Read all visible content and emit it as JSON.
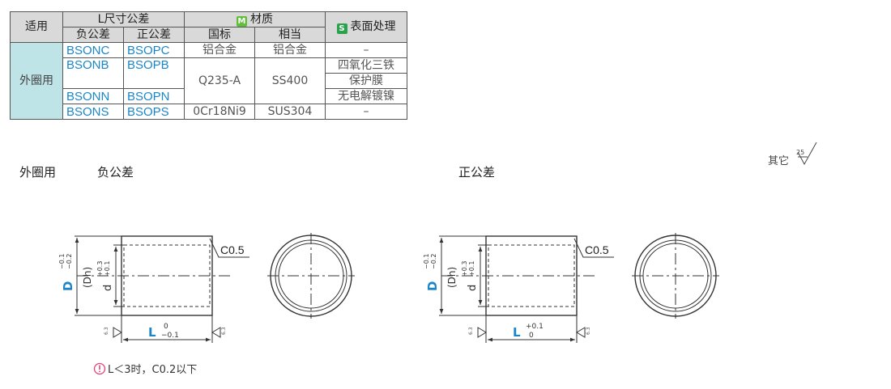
{
  "table": {
    "hdr_apply": "适用",
    "hdr_l_tol": "L尺寸公差",
    "hdr_neg": "负公差",
    "hdr_pos": "正公差",
    "hdr_material_badge": "M",
    "hdr_material": "材质",
    "hdr_gb": "国标",
    "hdr_equiv": "相当",
    "hdr_surface_badge": "S",
    "hdr_surface": "表面处理",
    "category": "外圈用",
    "rows": [
      {
        "neg": "BSONC",
        "pos": "BSOPC",
        "gb": "铝合金",
        "eq": "铝合金",
        "surf": "–"
      },
      {
        "neg": "BSONB",
        "pos": "BSOPB",
        "gb": "Q235-A",
        "eq": "SS400",
        "surf1": "四氧化三铁",
        "surf2": "保护膜"
      },
      {
        "neg": "BSONN",
        "pos": "BSOPN",
        "surf": "无电解镀镍"
      },
      {
        "neg": "BSONS",
        "pos": "BSOPS",
        "gb": "0Cr18Ni9",
        "eq": "SUS304",
        "surf": "–"
      }
    ]
  },
  "labels": {
    "outer_use": "外圈用",
    "negative": "负公差",
    "positive": "正公差",
    "other": "其它",
    "roughness_other": "25"
  },
  "drawing": {
    "chamfer": "C0.5",
    "D_letter": "D",
    "D_tol_upper": "−0.1",
    "D_tol_lower": "−0.2",
    "Dh": "(Dh)",
    "d_letter": "d",
    "d_tol_upper": "+0.3",
    "d_tol_lower": "+0.1",
    "L_letter": "L",
    "neg_L_upper": "0",
    "neg_L_lower": "−0.1",
    "pos_L_upper": "+0.1",
    "pos_L_lower": "0",
    "roughness": "6.3"
  },
  "note": {
    "text": "L＜3时，C0.2以下"
  }
}
